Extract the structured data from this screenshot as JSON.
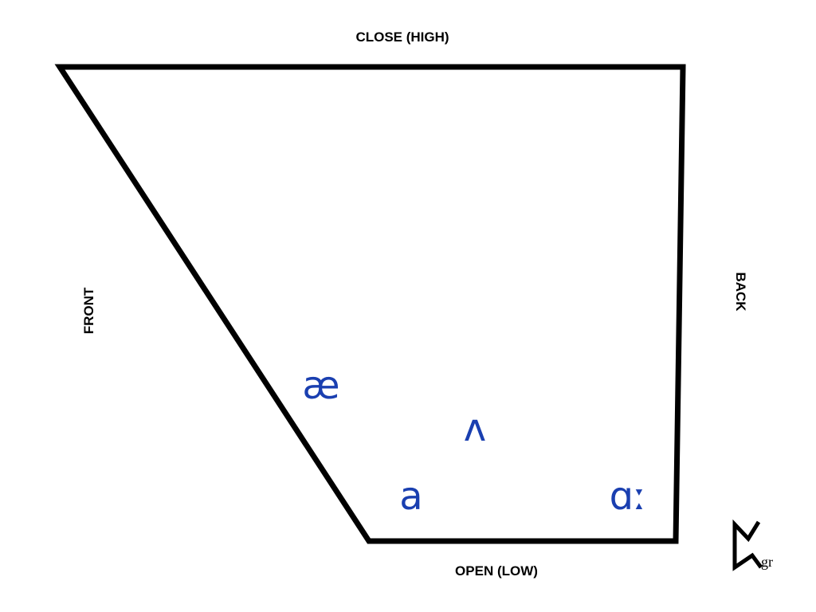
{
  "labels": {
    "top": "CLOSE (HIGH)",
    "bottom": "OPEN (LOW)",
    "left": "FRONT",
    "right": "BACK"
  },
  "vowel_color": "#1a3fb0",
  "vowels": [
    {
      "symbol": "æ"
    },
    {
      "symbol": "ʌ"
    },
    {
      "symbol": "a"
    },
    {
      "symbol": "ɑː"
    }
  ],
  "logo": {
    "text": "gr"
  }
}
